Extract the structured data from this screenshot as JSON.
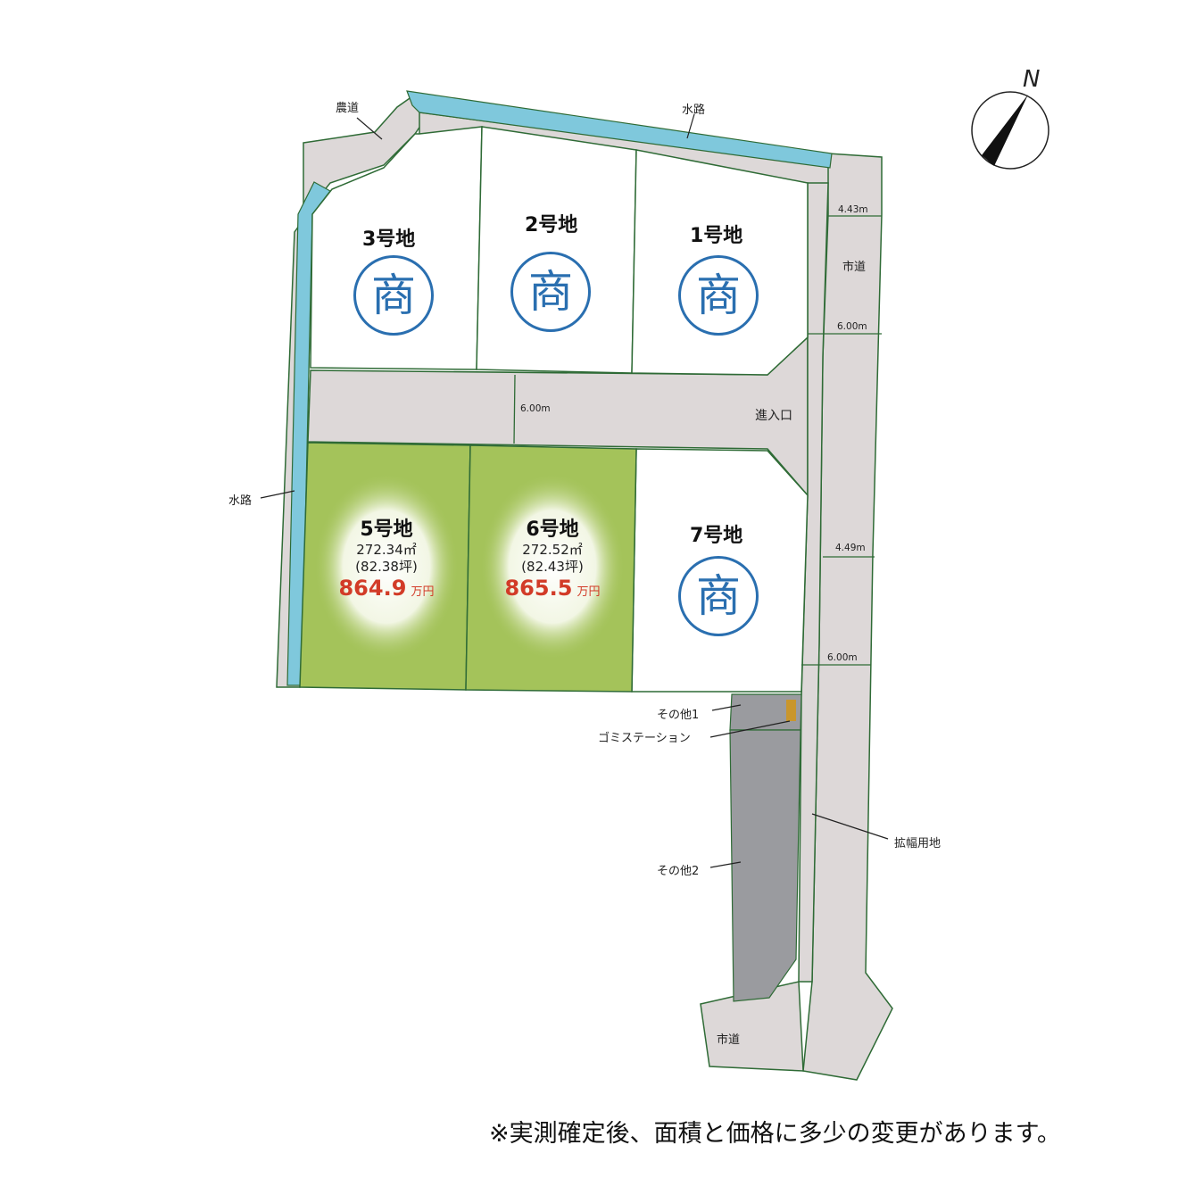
{
  "compass": {
    "label": "N"
  },
  "lots": [
    {
      "id": "lot-3",
      "name": "3号地",
      "status_icon": "商"
    },
    {
      "id": "lot-2",
      "name": "2号地",
      "status_icon": "商"
    },
    {
      "id": "lot-1",
      "name": "1号地",
      "status_icon": "商"
    },
    {
      "id": "lot-7",
      "name": "7号地",
      "status_icon": "商"
    }
  ],
  "available_lots": [
    {
      "id": "lot-5",
      "name": "5号地",
      "area_m2": "272.34㎡",
      "area_tsubo": "(82.38坪)",
      "price": "864.9",
      "price_unit": "万円",
      "color": "#a4c35a"
    },
    {
      "id": "lot-6",
      "name": "6号地",
      "area_m2": "272.52㎡",
      "area_tsubo": "(82.43坪)",
      "price": "865.5",
      "price_unit": "万円",
      "color": "#a4c35a"
    }
  ],
  "labels": {
    "farm_road": "農道",
    "waterway_top": "水路",
    "waterway_left": "水路",
    "city_road_top": "市道",
    "city_road_bottom": "市道",
    "entrance": "進入口",
    "width_top": "4.43m",
    "width_mid": "6.00m",
    "width_inner": "6.00m",
    "width_lower": "4.49m",
    "width_bottom": "6.00m",
    "other1": "その他1",
    "garbage_station": "ゴミステーション",
    "other2": "その他2",
    "widening_land": "拡幅用地"
  },
  "colors": {
    "road": "#ddd8d8",
    "water": "#7fc8dc",
    "boundary": "#2f6b36",
    "sold_badge": "#2a6fb0",
    "price": "#d23b27",
    "other_land": "#9a9b9f",
    "garbage": "#c9962c"
  },
  "footnote": "※実測確定後、面積と価格に多少の変更があります。"
}
